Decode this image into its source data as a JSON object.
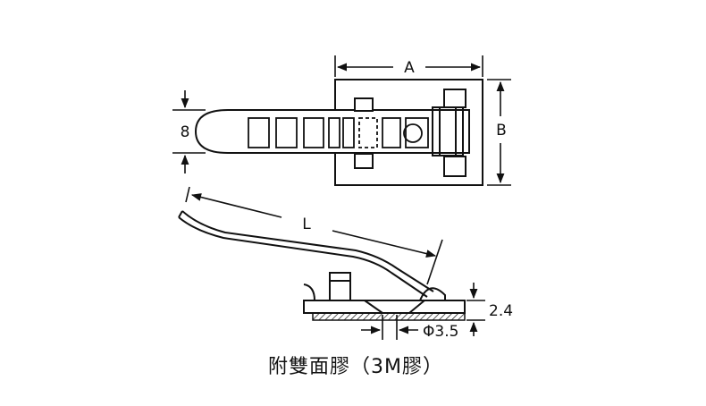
{
  "colors": {
    "stroke": "#111111",
    "background": "#ffffff"
  },
  "labels": {
    "dim_a": "A",
    "dim_b": "B",
    "dim_width": "8",
    "dim_l": "L",
    "dim_thickness": "2.4",
    "dim_hole": "Φ3.5"
  },
  "caption": "附雙面膠（3M膠）"
}
